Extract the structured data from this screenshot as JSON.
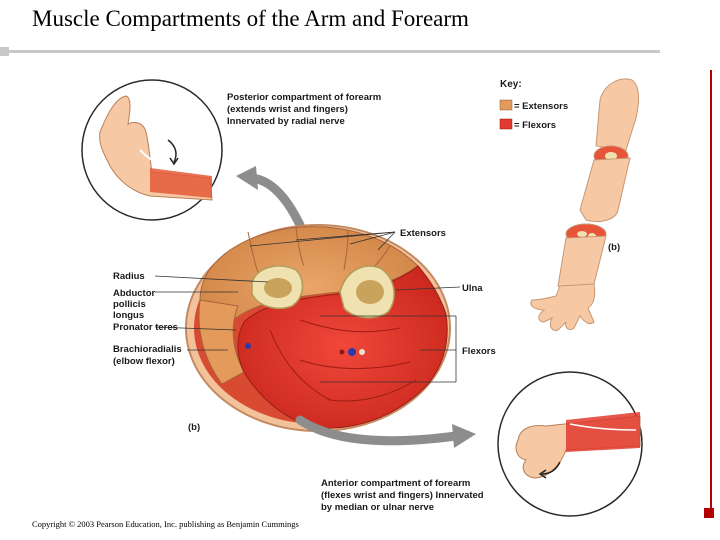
{
  "slide": {
    "title": "Muscle Compartments of the Arm and Forearm",
    "copyright": "Copyright © 2003 Pearson Education, Inc. publishing as Benjamin Cummings"
  },
  "diagram": {
    "posterior_caption": [
      "Posterior compartment of forearm",
      "(extends wrist and fingers)",
      "Innervated by radial nerve"
    ],
    "anterior_caption": [
      "Anterior compartment of forearm",
      "(flexes wrist and fingers) Innervated",
      "by median or ulnar nerve"
    ],
    "key": {
      "title": "Key:",
      "items": [
        {
          "label": "= Extensors",
          "color": "#e39a5a"
        },
        {
          "label": "= Flexors",
          "color": "#e23a2e"
        }
      ]
    },
    "labels": {
      "extensors": "Extensors",
      "radius": "Radius",
      "abductor": [
        "Abductor",
        "pollicis",
        "longus"
      ],
      "pronator": "Pronator teres",
      "brachioradialis": [
        "Brachioradialis",
        "(elbow flexor)"
      ],
      "ulna": "Ulna",
      "flexors": "Flexors",
      "panel_b_main": "(b)",
      "panel_b_arm": "(b)"
    },
    "colors": {
      "extensor_muscle": "#e39a5a",
      "flexor_muscle": "#e23a2e",
      "skin": "#f6c9a4",
      "bone": "#efe2b0",
      "accent_rule": "#b30000"
    }
  }
}
